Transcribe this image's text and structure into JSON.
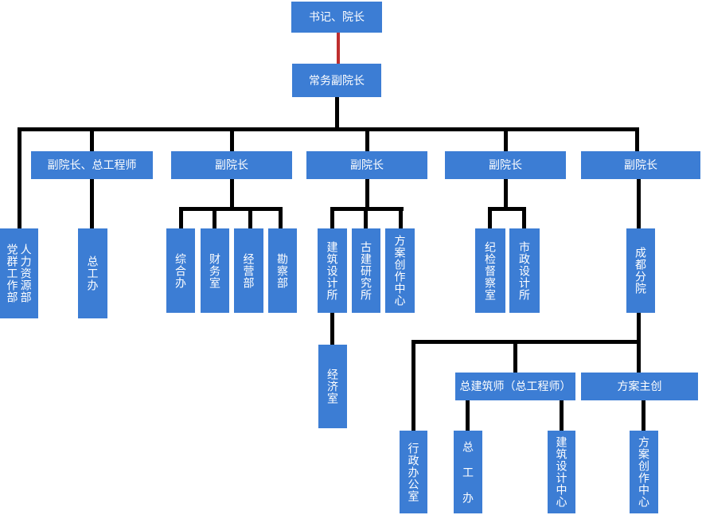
{
  "colors": {
    "node_fill": "#3C7DD4",
    "node_text": "#FFFFFF",
    "connector": "#000000",
    "special_connector": "#BE2E2E"
  },
  "nodes": {
    "root": {
      "label": "书记、院长"
    },
    "executive": {
      "label": "常务副院长"
    },
    "vp1": {
      "label": "副院长、总工程师"
    },
    "vp2": {
      "label": "副院长"
    },
    "vp3": {
      "label": "副院长"
    },
    "vp4": {
      "label": "副院长"
    },
    "vp5": {
      "label": "副院长"
    },
    "party_mass_dept": {
      "label": "党群工作部"
    },
    "hr_dept": {
      "label": "人力资源部"
    },
    "chief_eng_office": {
      "label": "总工办"
    },
    "general_office": {
      "label": "综合办"
    },
    "finance_office": {
      "label": "财务室"
    },
    "operations_dept": {
      "label": "经营部"
    },
    "survey_dept": {
      "label": "勘察部"
    },
    "arch_design_institute": {
      "label": "建筑设计所"
    },
    "heritage_research_institute": {
      "label": "古建研究所"
    },
    "scheme_creation_center": {
      "label": "方案创作中心"
    },
    "economics_office": {
      "label": "经济室"
    },
    "discipline_inspection_office": {
      "label": "纪检督察室"
    },
    "municipal_design_institute": {
      "label": "市政设计所"
    },
    "chengdu_branch": {
      "label": "成都分院"
    },
    "chief_architect": {
      "label": "总建筑师（总工程师）"
    },
    "scheme_lead": {
      "label": "方案主创"
    },
    "admin_office": {
      "label": "行政办公室"
    },
    "chief_eng_office_branch": {
      "label": "总 工 办"
    },
    "arch_design_center": {
      "label": "建筑设计中心"
    },
    "scheme_creation_center_branch": {
      "label": "方案创作中心"
    }
  }
}
